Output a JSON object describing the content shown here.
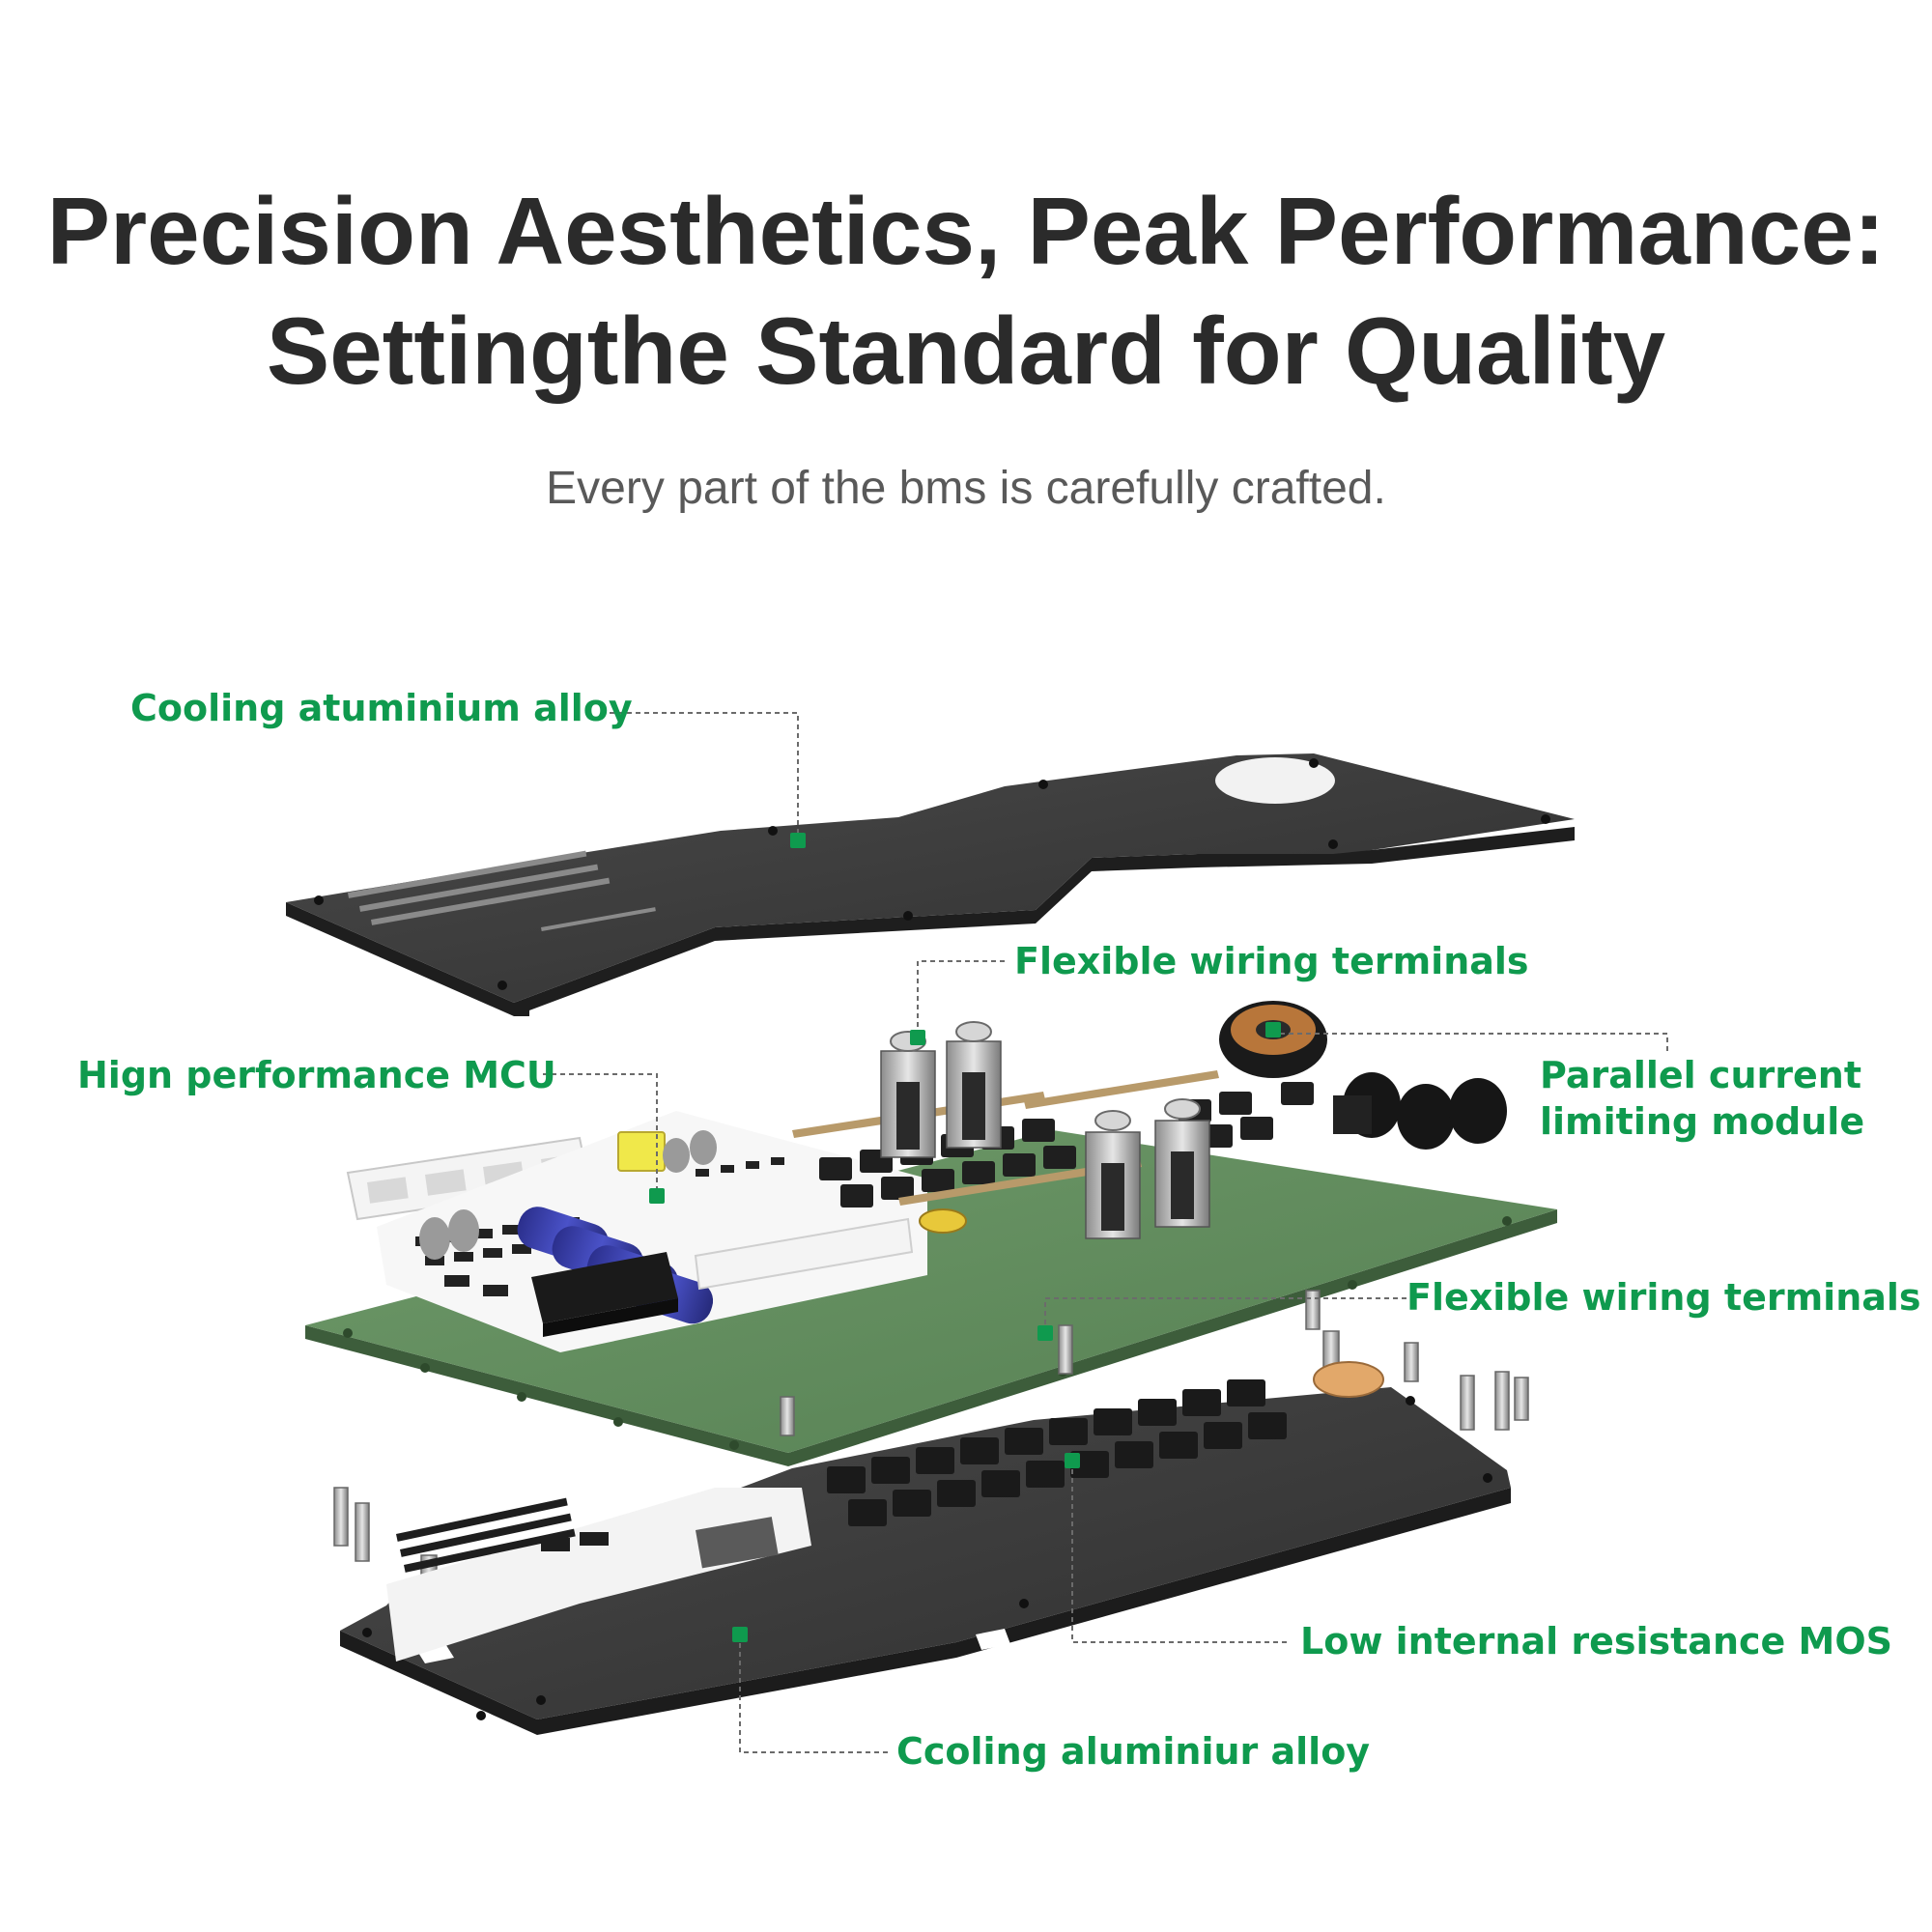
{
  "header": {
    "title_line1": "Precision Aesthetics, Peak Performance:",
    "title_line2": "Settingthe Standard for Quality",
    "subtitle": "Every part of the bms is carefully crafted."
  },
  "callouts": {
    "cooling_top": "Cooling atuminium alloy",
    "flex_terminals_top": "Flexible wiring terminals",
    "mcu": "Hign performance MCU",
    "parallel_line1": "Parallel current",
    "parallel_line2": "limiting module",
    "flex_terminals_mid": "Flexible wiring terminals",
    "mos": "Low internal resistance MOS",
    "cooling_bottom": "Ccoling aluminiur alloy"
  },
  "colors": {
    "accent": "#0f9a4e",
    "title": "#2b2b2b",
    "subtitle": "#595959",
    "pcb": "#5f8a5c",
    "plate": "#3a3a3a"
  }
}
